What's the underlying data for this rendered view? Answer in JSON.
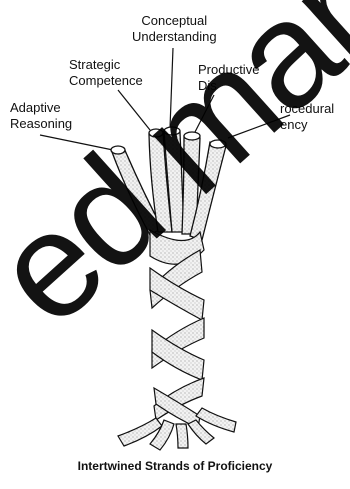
{
  "labels": {
    "conceptual": [
      "Conceptual",
      "Understanding"
    ],
    "strategic": [
      "Strategic",
      "Competence"
    ],
    "productive": [
      "Productive",
      "Dis"
    ],
    "adaptive": [
      "Adaptive",
      "Reasoning"
    ],
    "procedural": [
      "rocedural",
      "ency"
    ]
  },
  "caption": "Intertwined Strands of Proficiency",
  "watermark_text": "ed man",
  "colors": {
    "ink": "#111111",
    "strand_fill": "#e8e8e8"
  }
}
